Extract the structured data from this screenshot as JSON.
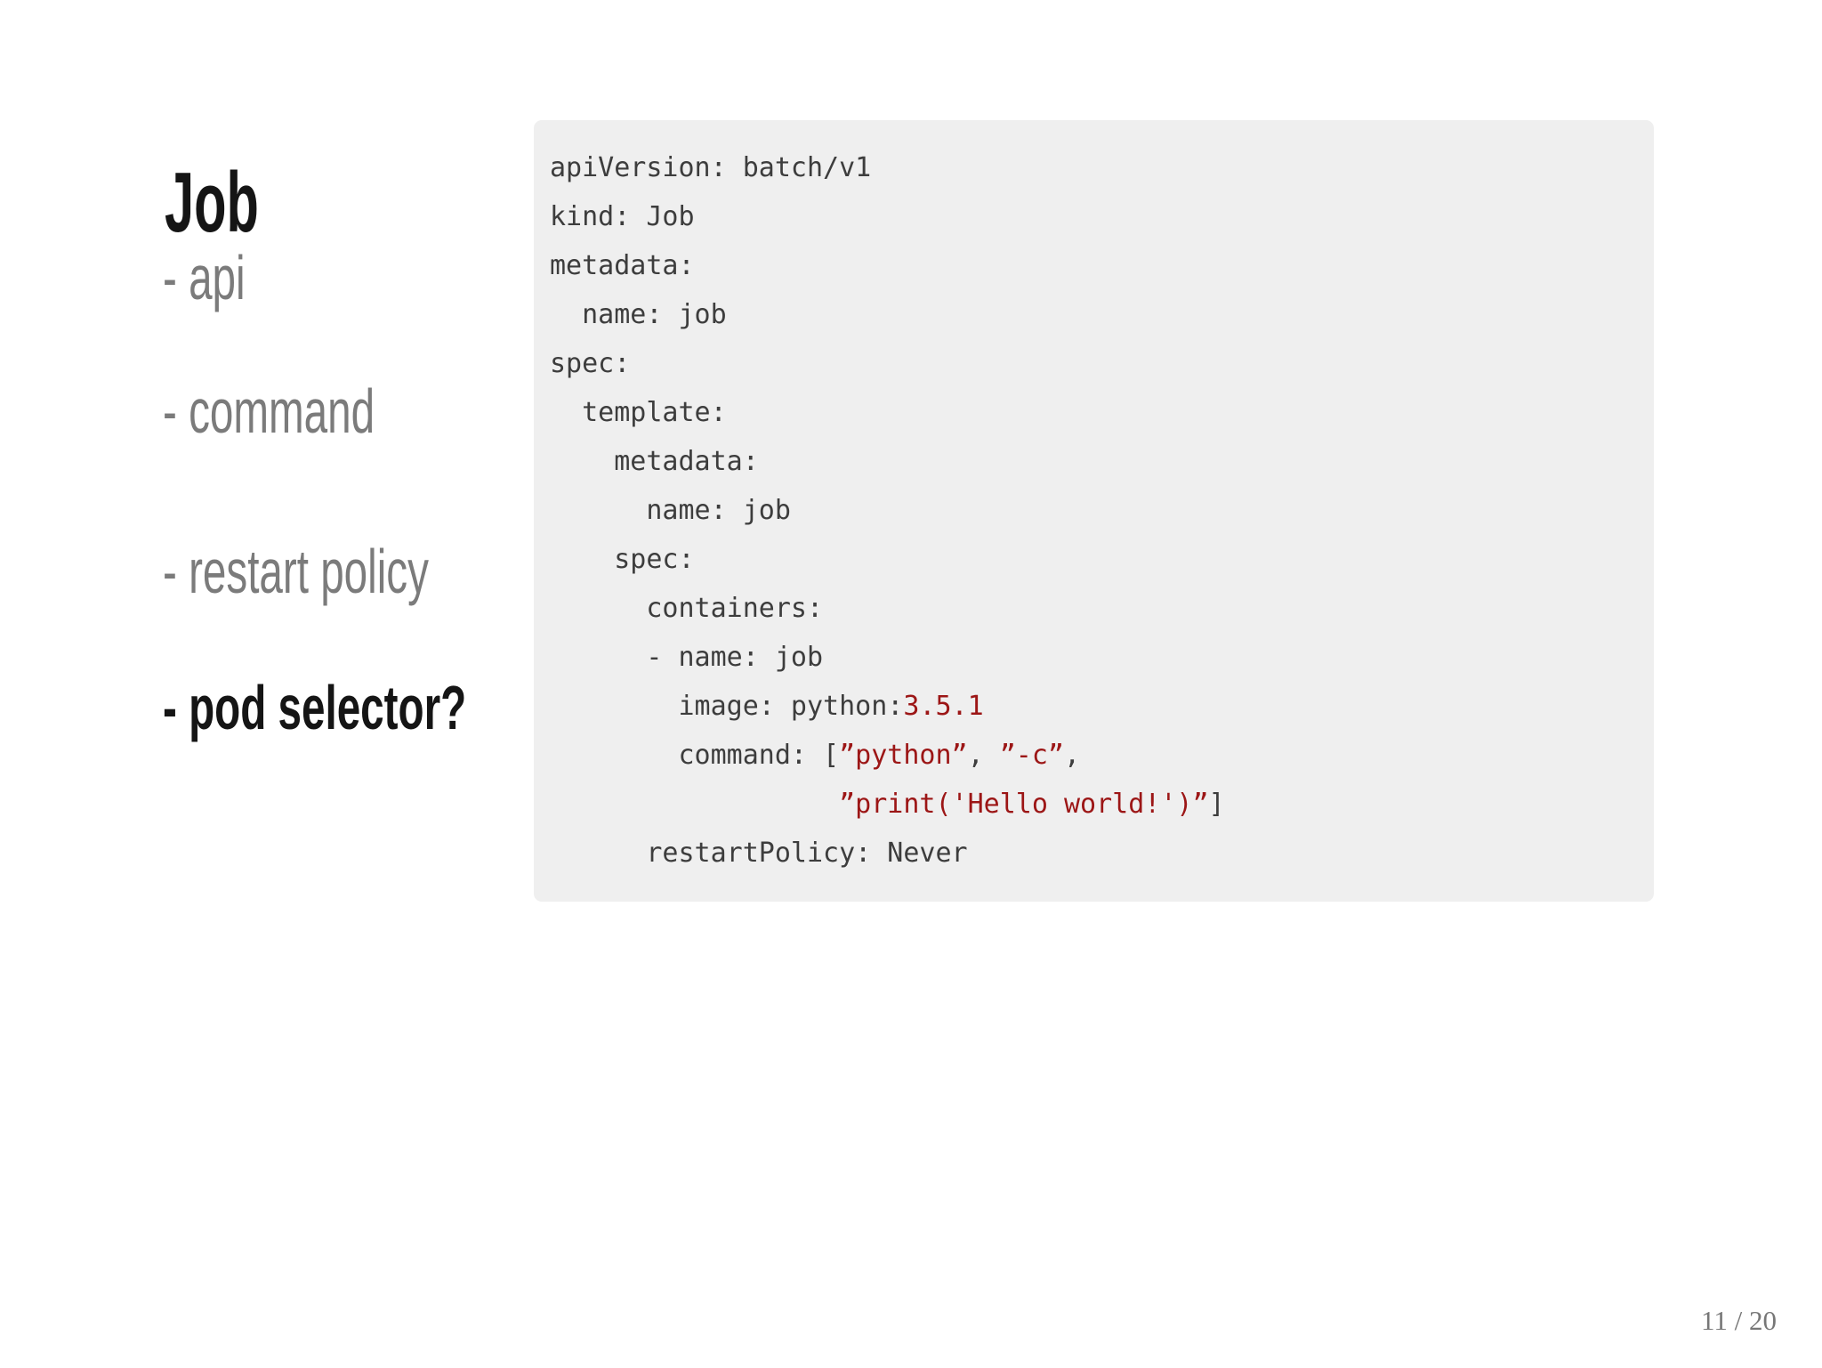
{
  "slide": {
    "title": "Job",
    "bullets": [
      {
        "label": "- api",
        "active": false
      },
      {
        "label": "- command",
        "active": false
      },
      {
        "label": "- restart policy",
        "active": false
      },
      {
        "label": "- pod selector?",
        "active": true
      }
    ],
    "code": {
      "language": "yaml",
      "lines": [
        [
          [
            "apiVersion: batch/v1",
            "p"
          ]
        ],
        [
          [
            "kind: Job",
            "p"
          ]
        ],
        [
          [
            "metadata:",
            "p"
          ]
        ],
        [
          [
            "  name: job",
            "p"
          ]
        ],
        [
          [
            "spec:",
            "p"
          ]
        ],
        [
          [
            "  template:",
            "p"
          ]
        ],
        [
          [
            "    metadata:",
            "p"
          ]
        ],
        [
          [
            "      name: job",
            "p"
          ]
        ],
        [
          [
            "    spec:",
            "p"
          ]
        ],
        [
          [
            "      containers:",
            "p"
          ]
        ],
        [
          [
            "      - name: job",
            "p"
          ]
        ],
        [
          [
            "        image: python:",
            "p"
          ],
          [
            "3.5.1",
            "r"
          ]
        ],
        [
          [
            "        command: [",
            "p"
          ],
          [
            "”python”",
            "r"
          ],
          [
            ", ",
            "p"
          ],
          [
            "”-c”",
            "r"
          ],
          [
            ",",
            "p"
          ]
        ],
        [
          [
            "                  ",
            "p"
          ],
          [
            "”print('Hello world!')”",
            "r"
          ],
          [
            "]",
            "p"
          ]
        ],
        [
          [
            "      restartPolicy: Never",
            "p"
          ]
        ]
      ]
    },
    "footer": {
      "slide_number": "11 / 20"
    },
    "colors": {
      "code_background": "#efefef",
      "code_text": "#3d3d3d",
      "code_accent_red": "#9c1616",
      "bullet_gray": "#7b7b7b",
      "text_black": "#151515",
      "page_number_gray": "#777777"
    }
  }
}
